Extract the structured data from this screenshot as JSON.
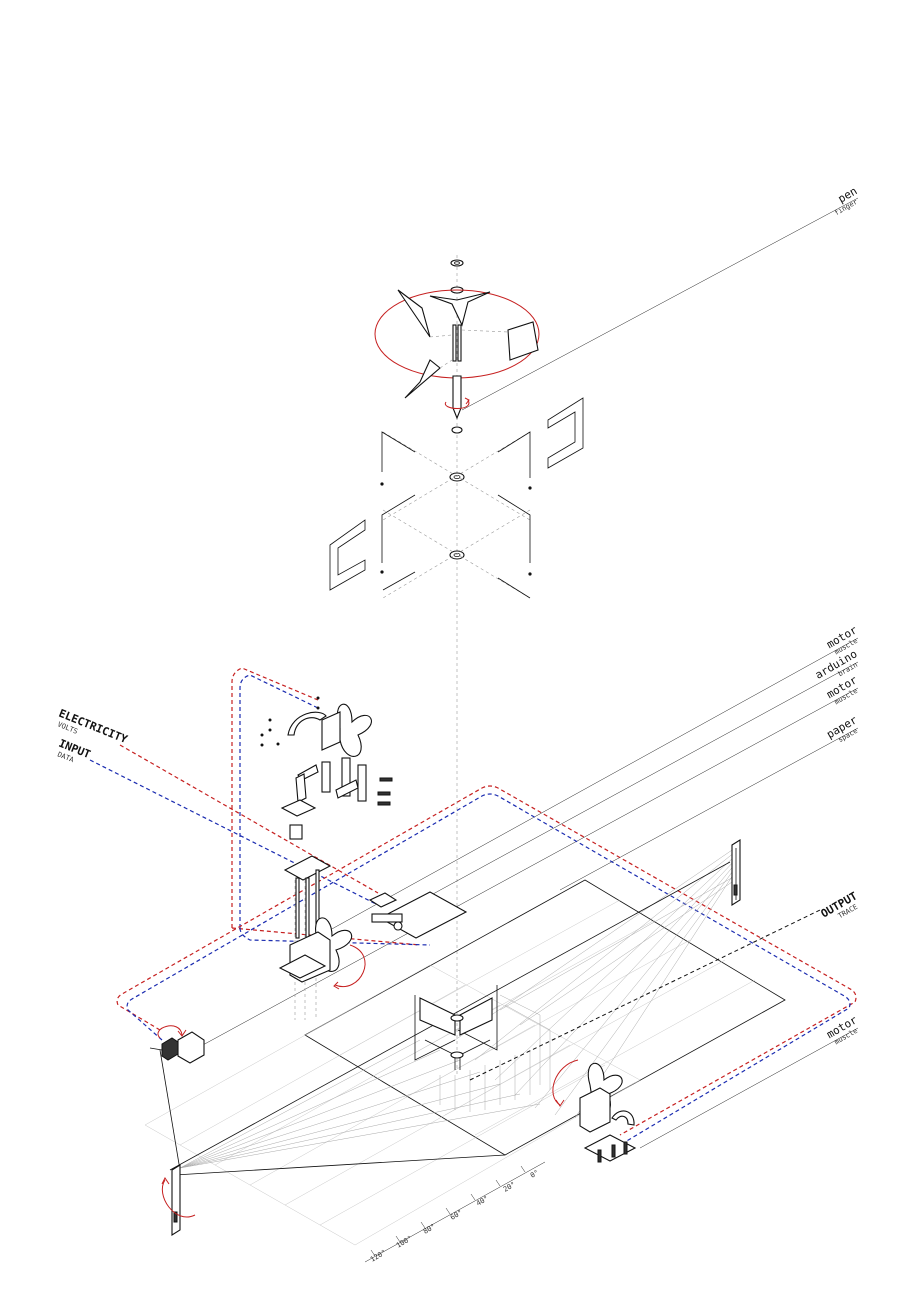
{
  "labels": {
    "pen": {
      "title": "pen",
      "sub": "finger"
    },
    "motor_top": {
      "title": "motor",
      "sub": "muscle"
    },
    "arduino": {
      "title": "arduino",
      "sub": "brain"
    },
    "motor_mid": {
      "title": "motor",
      "sub": "muscle"
    },
    "paper": {
      "title": "paper",
      "sub": "space"
    },
    "electricity": {
      "title": "ELECTRICITY",
      "sub": "VOLTS"
    },
    "input": {
      "title": "INPUT",
      "sub": "DATA"
    },
    "output": {
      "title": "OUTPUT",
      "sub": "TRACE"
    },
    "motor_bottom": {
      "title": "motor",
      "sub": "muscle"
    }
  },
  "angle_scale": [
    "120°",
    "100°",
    "80°",
    "60°",
    "40°",
    "20°",
    "0°"
  ],
  "colors": {
    "electricity": "#c62020",
    "input": "#1a2bb0",
    "output": "#111111",
    "rotation_arrows": "#c62020"
  }
}
